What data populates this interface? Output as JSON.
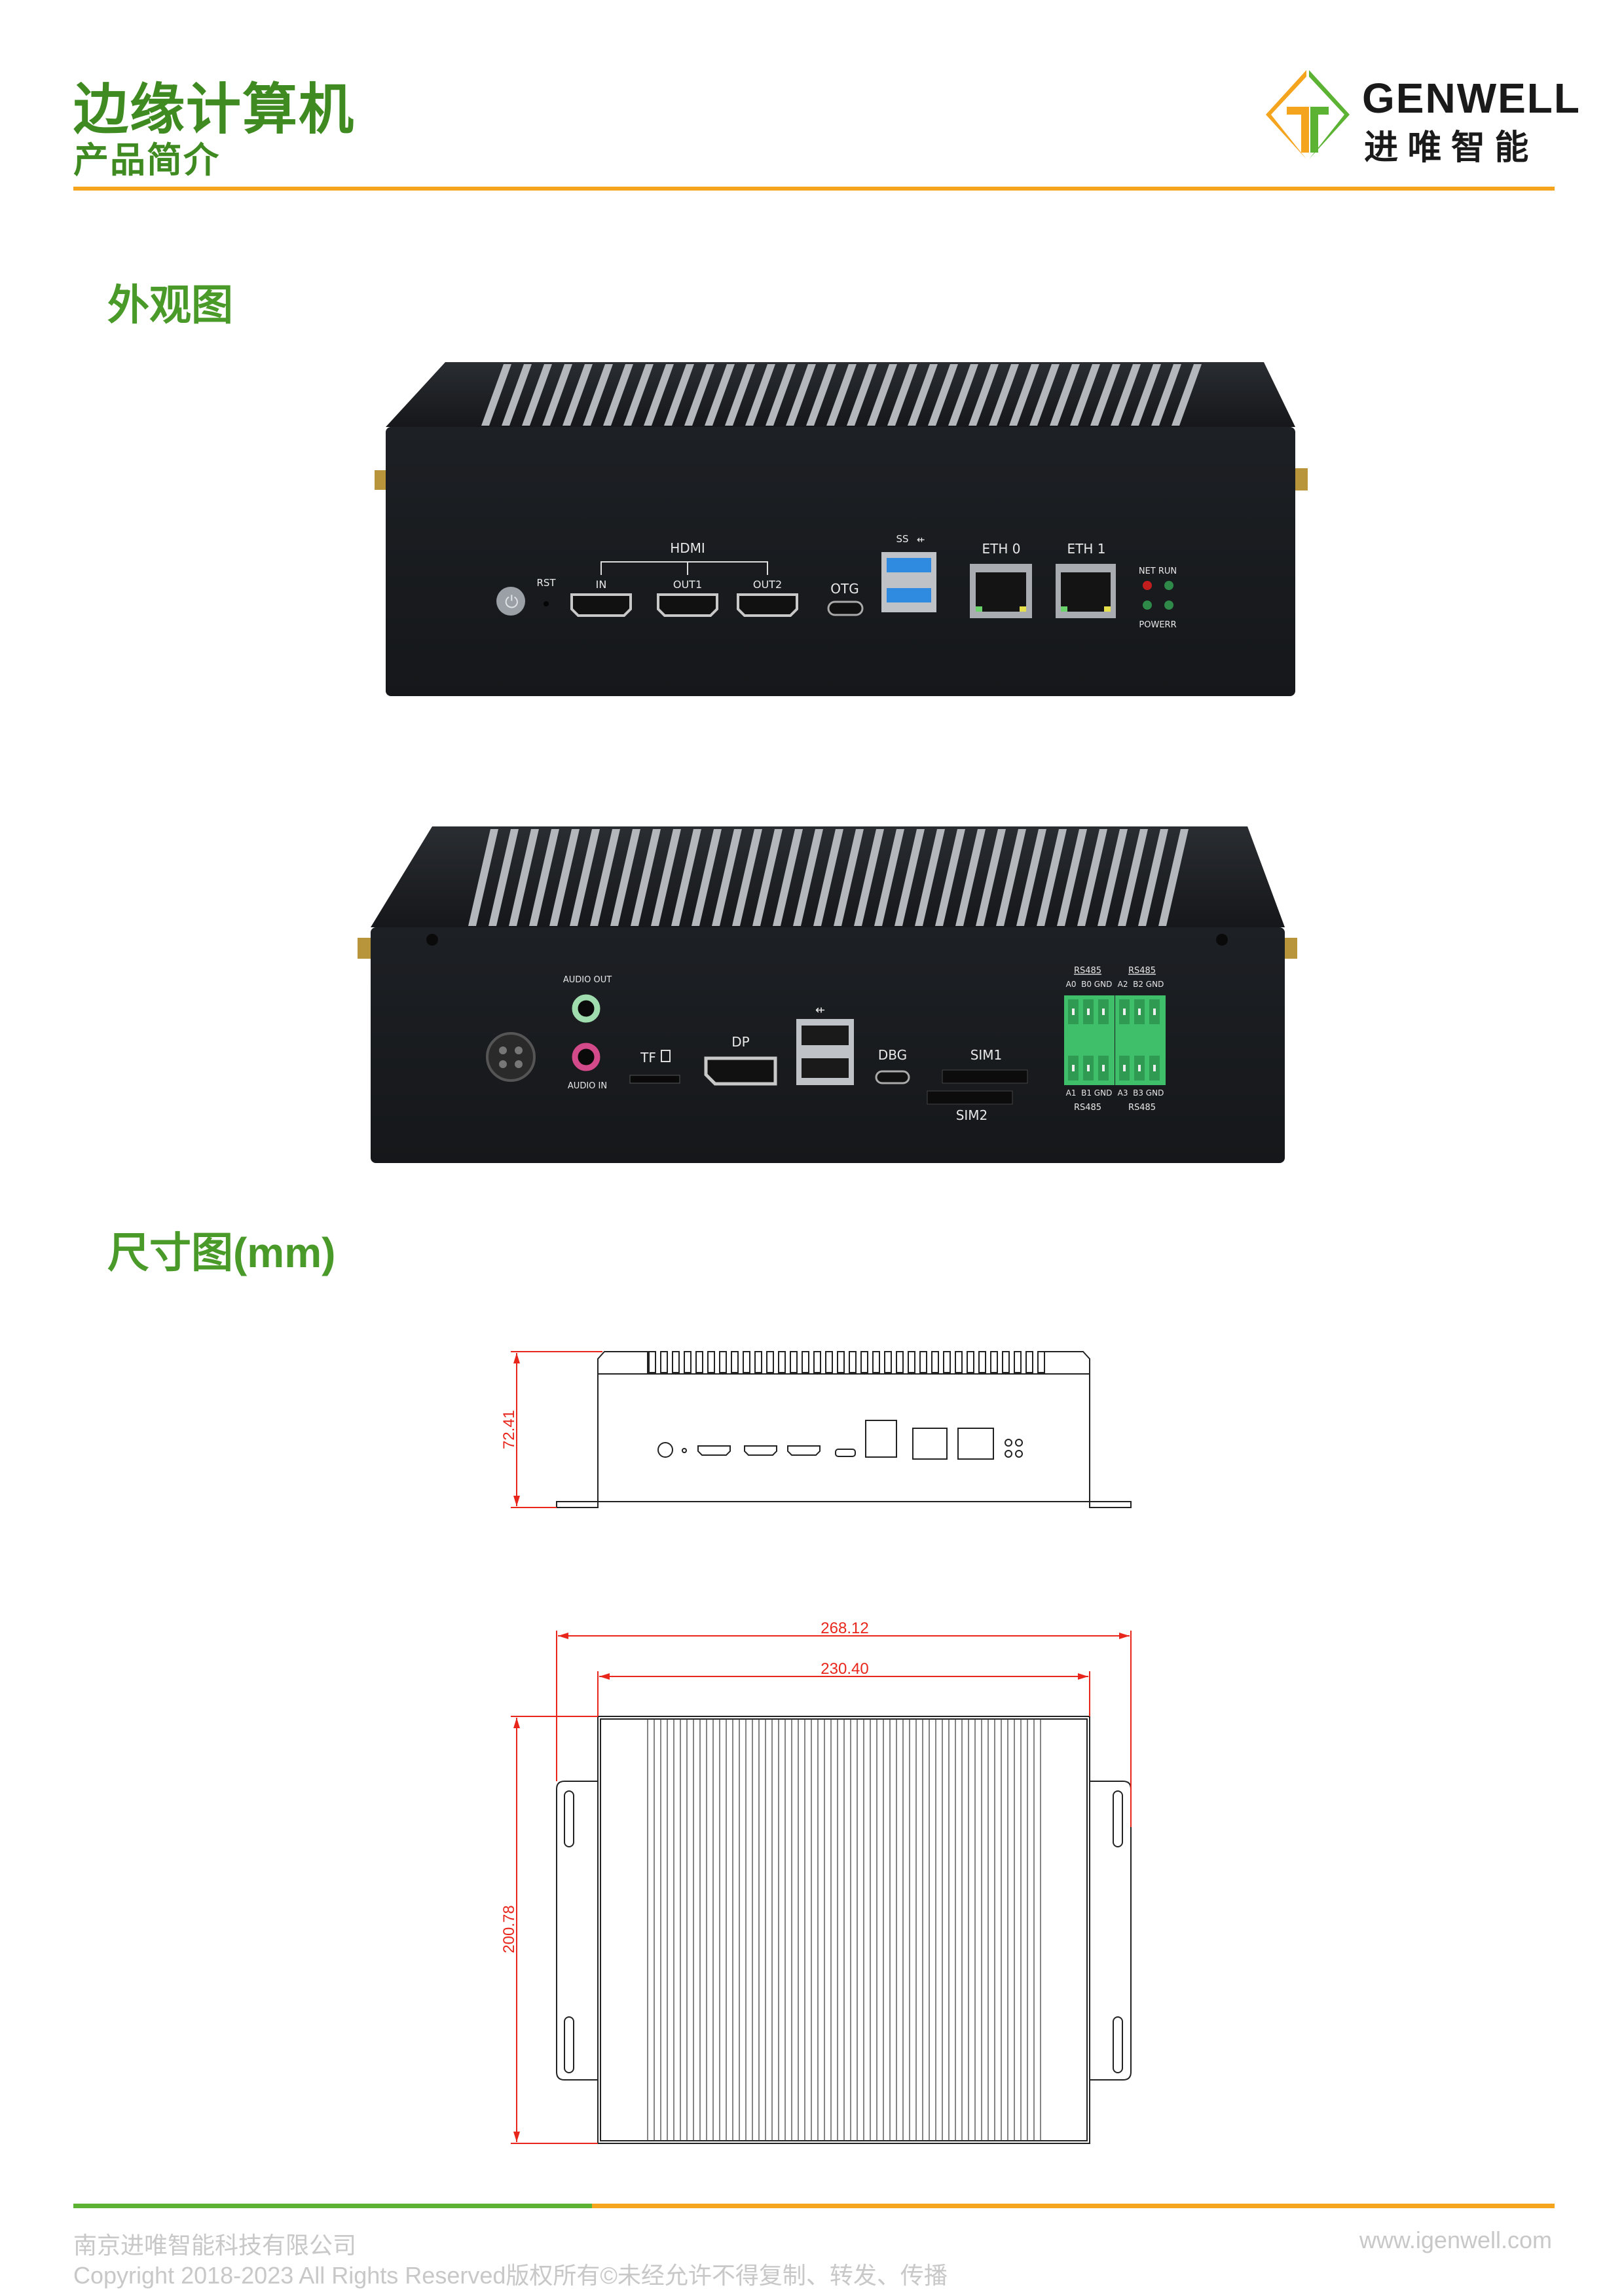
{
  "header": {
    "title": "边缘计算机",
    "subtitle": "产品简介"
  },
  "logo": {
    "brand": "GENWELL",
    "brand_cn": "进 唯 智 能"
  },
  "sections": {
    "appearance_title": "外观图",
    "dimensions_title": "尺寸图(mm)"
  },
  "front_panel": {
    "rst": "RST",
    "hdmi_group": "HDMI",
    "hdmi_in": "IN",
    "hdmi_out1": "OUT1",
    "hdmi_out2": "OUT2",
    "otg": "OTG",
    "usb3": "SS",
    "eth0": "ETH 0",
    "eth1": "ETH 1",
    "led_top": "NET RUN",
    "led_bottom": "POWERR"
  },
  "rear_panel": {
    "audio_out": "AUDIO OUT",
    "audio_in": "AUDIO IN",
    "tf": "TF",
    "dp": "DP",
    "dbg": "DBG",
    "sim1": "SIM1",
    "sim2": "SIM2",
    "rs485": "RS485",
    "term_top_left": "A0  B0 GND",
    "term_top_right": "A2  B2 GND",
    "term_bottom_left": "A1  B1 GND",
    "term_bottom_right": "A3  B3 GND"
  },
  "dimensions": {
    "height": "72.41",
    "overall_width": "268.12",
    "body_width": "230.40",
    "depth": "200.78"
  },
  "footer": {
    "company": "南京进唯智能科技有限公司",
    "copyright": "Copyright 2018-2023 All Rights Reserved版权所有©未经允许不得复制、转发、传播",
    "website": "www.igenwell.com"
  },
  "colors": {
    "green": "#3f8b22",
    "orange": "#f5a41d",
    "dimension_red": "#e8261c"
  }
}
